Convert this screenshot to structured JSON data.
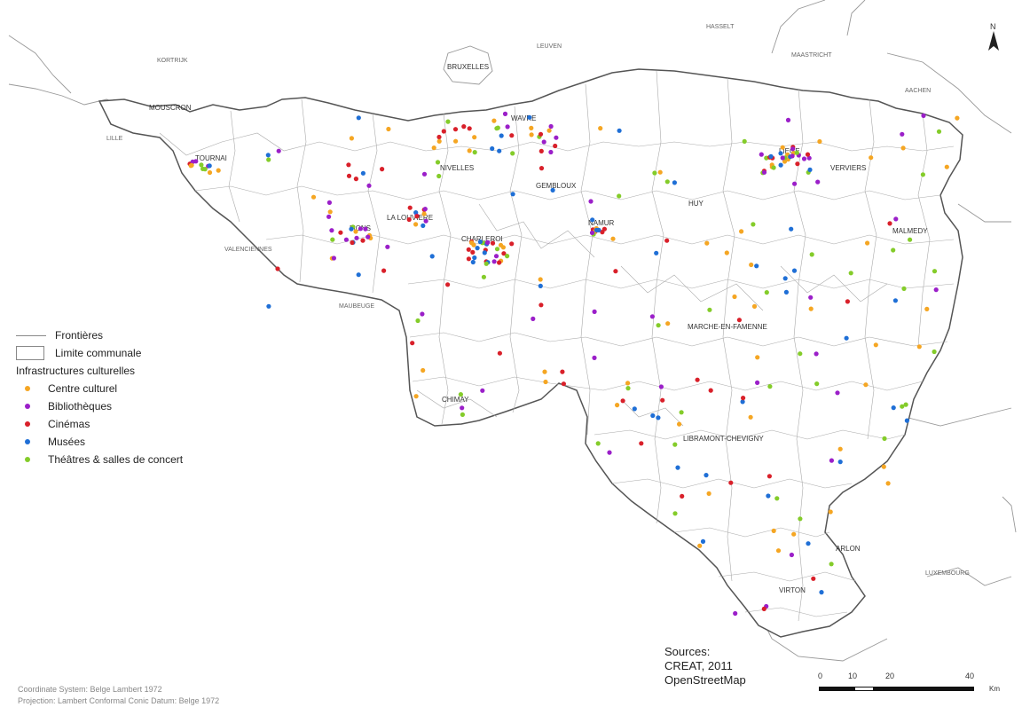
{
  "legend": {
    "frontieres": "Frontières",
    "limite": "Limite communale",
    "heading": "Infrastructures culturelles",
    "categories": [
      {
        "label": "Centre culturel",
        "color": "#f5a623"
      },
      {
        "label": "Bibliothèques",
        "color": "#9b1fc9"
      },
      {
        "label": "Cinémas",
        "color": "#d9202a"
      },
      {
        "label": "Musées",
        "color": "#1f6fd6"
      },
      {
        "label": "Théâtres & salles de concert",
        "color": "#84cc2a"
      }
    ]
  },
  "sources": {
    "line1": "Sources:",
    "line2": "CREAT, 2011",
    "line3": "OpenStreetMap"
  },
  "coords": {
    "line1": "Coordinate System: Belge Lambert 1972",
    "line2": "Projection: Lambert Conformal Conic   Datum: Belge 1972"
  },
  "scale": {
    "t0": "0",
    "t1": "10",
    "t2": "20",
    "t3": "40",
    "unit": "Km"
  },
  "north": {
    "label": "N"
  },
  "cities": {
    "hasselt": "HASSELT",
    "leuven": "LEUVEN",
    "kortrijk": "KORTRIJK",
    "bruxelles": "BRUXELLES",
    "maastricht": "MAASTRICHT",
    "aachen": "AACHEN",
    "lille": "LILLE",
    "mouscron": "MOUSCRON",
    "tournai": "TOURNAI",
    "wavre": "WAVRE",
    "nivelles": "NIVELLES",
    "gembloux": "GEMBLOUX",
    "liege": "LIEGE",
    "verviers": "VERVIERS",
    "huy": "HUY",
    "laLouviere": "LA LOUVIERE",
    "namur": "NAMUR",
    "mons": "MONS",
    "charleroi": "CHARLEROI",
    "valenciennes": "VALENCIENNES",
    "malmedy": "MALMEDY",
    "maubeuge": "MAUBEUGE",
    "marche": "MARCHE-EN-FAMENNE",
    "chimay": "CHIMAY",
    "libramont": "LIBRAMONT-CHEVIGNY",
    "arlon": "ARLON",
    "luxembourg": "LUXEMBOURG",
    "virton": "VIRTON"
  }
}
